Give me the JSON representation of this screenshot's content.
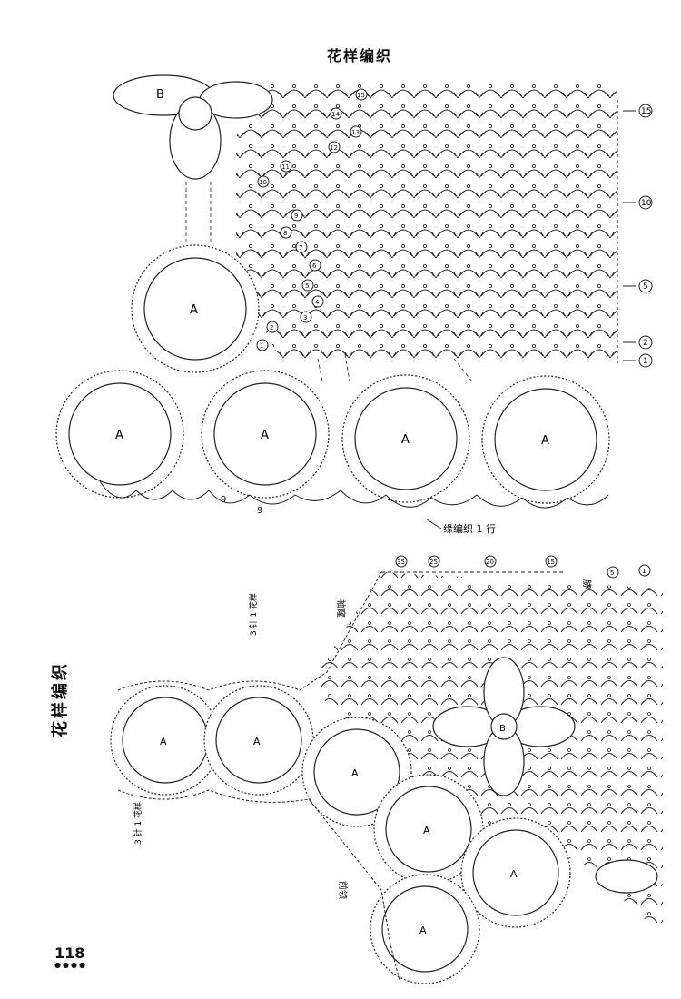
{
  "titles": {
    "top": "花样编织",
    "side": "花样编织"
  },
  "page_number": "118",
  "top_diagram": {
    "motif_labels": [
      "B",
      "A",
      "A",
      "A",
      "A",
      "A"
    ],
    "edge_note": "缘编织 1 行",
    "small_numbers": [
      "9",
      "9"
    ],
    "row_markers_right": [
      "15",
      "10",
      "5",
      "2",
      "1"
    ],
    "row_numbers_inner": [
      "15",
      "14",
      "13",
      "12",
      "11",
      "10",
      "9",
      "8",
      "7",
      "6",
      "5",
      "4",
      "3",
      "2",
      "1"
    ]
  },
  "bottom_diagram": {
    "motif_labels": [
      "A",
      "A",
      "A",
      "A",
      "A",
      "A",
      "B"
    ],
    "label_shoulder": "袖窿",
    "label_neck": "前领",
    "label_side": "胁",
    "note_repeat_top": "3 针 1 花样",
    "note_repeat_side": "3 针 1 花样",
    "row_markers_top": [
      "35",
      "25",
      "20",
      "15",
      "5",
      "1"
    ]
  }
}
